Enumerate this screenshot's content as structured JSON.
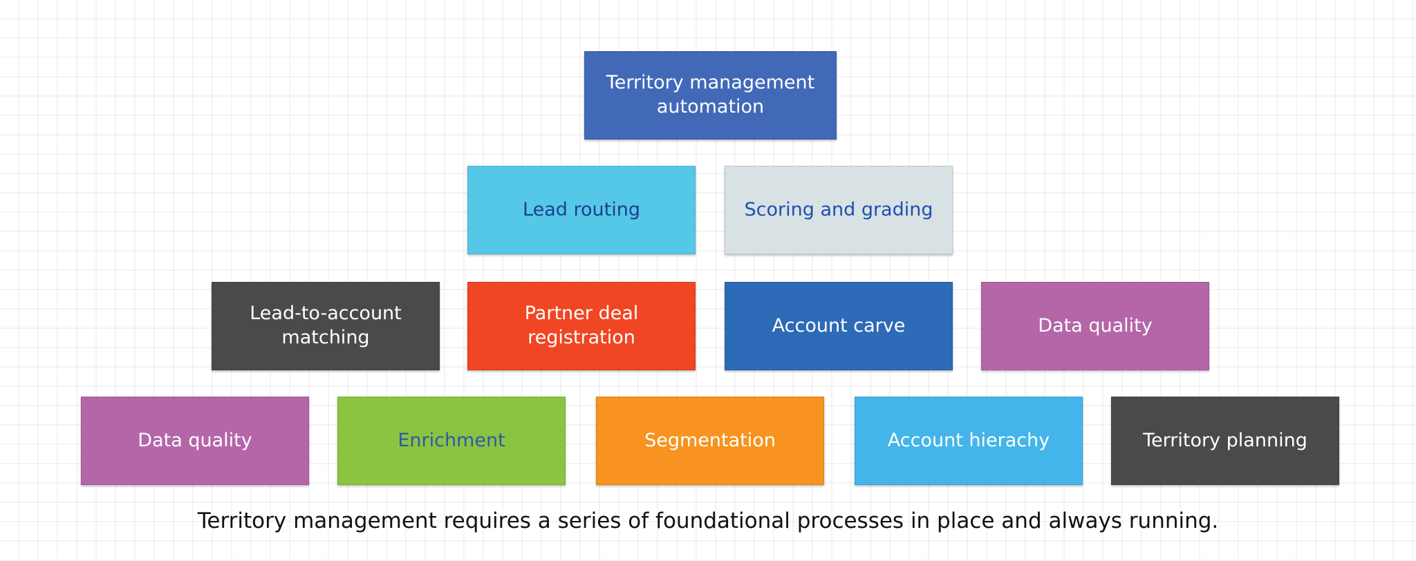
{
  "diagram": {
    "top": {
      "label": "Territory management automation",
      "color": "#4169b8",
      "text_color": "#ffffff"
    },
    "tier2": [
      {
        "label": "Lead routing",
        "color": "#55c8e8",
        "text_color": "#1d3f8f"
      },
      {
        "label": "Scoring and grading",
        "color": "#d8e2e4",
        "text_color": "#1f4fb0"
      }
    ],
    "tier3": [
      {
        "label": "Lead-to-account matching",
        "color": "#4a4a4a",
        "text_color": "#ffffff"
      },
      {
        "label": "Partner deal registration",
        "color": "#f04623",
        "text_color": "#ffffff"
      },
      {
        "label": "Account carve",
        "color": "#2d6ab7",
        "text_color": "#ffffff"
      },
      {
        "label": "Data quality",
        "color": "#b466a8",
        "text_color": "#ffffff"
      }
    ],
    "tier4": [
      {
        "label": "Data quality",
        "color": "#b466a8",
        "text_color": "#ffffff"
      },
      {
        "label": "Enrichment",
        "color": "#8bc441",
        "text_color": "#2c5aa8"
      },
      {
        "label": "Segmentation",
        "color": "#f7931e",
        "text_color": "#ffffff"
      },
      {
        "label": "Account hierachy",
        "color": "#43b5ea",
        "text_color": "#ffffff"
      },
      {
        "label": "Territory planning",
        "color": "#4a4a4a",
        "text_color": "#ffffff"
      }
    ]
  },
  "caption": "Territory management requires a series of foundational processes in place and always running."
}
